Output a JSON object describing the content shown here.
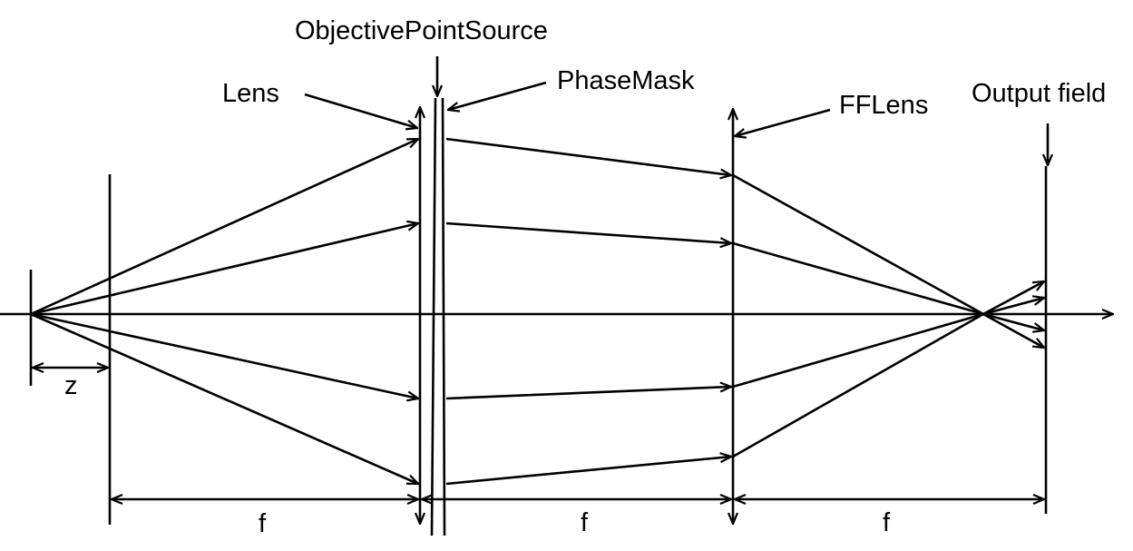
{
  "diagram": {
    "labels": {
      "objective_point_source": "ObjectivePointSource",
      "lens": "Lens",
      "phase_mask": "PhaseMask",
      "ff_lens": "FFLens",
      "output_field": "Output field",
      "z": "z",
      "f_first": "f",
      "f_second": "f",
      "f_third": "f"
    },
    "colors": {
      "stroke": "#000000",
      "background": "#ffffff"
    }
  }
}
